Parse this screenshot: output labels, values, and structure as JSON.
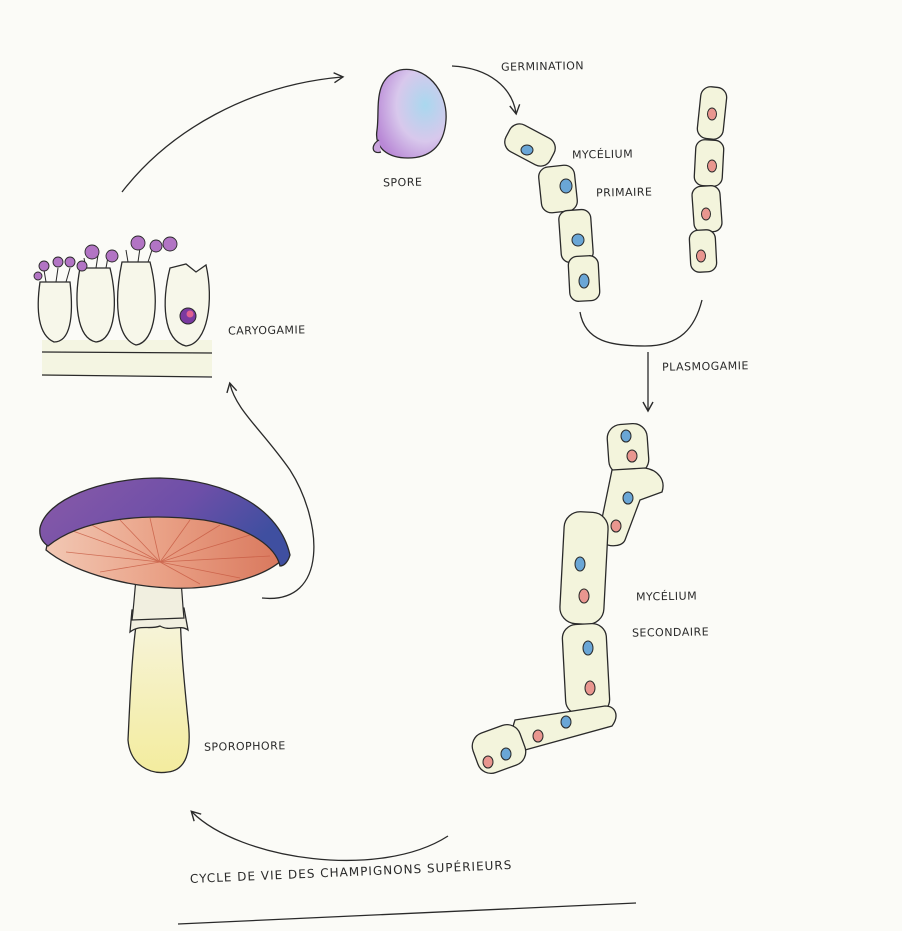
{
  "title": "CYCLE DE VIE DES CHAMPIGNONS SUPÉRIEURS",
  "labels": {
    "germination": "GERMINATION",
    "spore": "SPORE",
    "mycelium_primaire_line1": "MYCÉLIUM",
    "mycelium_primaire_line2": "PRIMAIRE",
    "caryogamie": "CARYOGAMIE",
    "plasmogamie": "PLASMOGAMIE",
    "mycelium_secondaire_line1": "MYCÉLIUM",
    "mycelium_secondaire_line2": "SECONDAIRE",
    "sporophore": "SPOROPHORE"
  },
  "colors": {
    "ink": "#2a2a2a",
    "cell_fill": "#f3f4dc",
    "nucleus_blue": "#6aa6d6",
    "nucleus_pink": "#e9968f",
    "spore_purple": "#b988d6",
    "spore_blue": "#a9d8ee",
    "cap_purple": "#6d4fa8",
    "gills_orange": "#e48f74",
    "stem_cream": "#f5f1c6"
  }
}
